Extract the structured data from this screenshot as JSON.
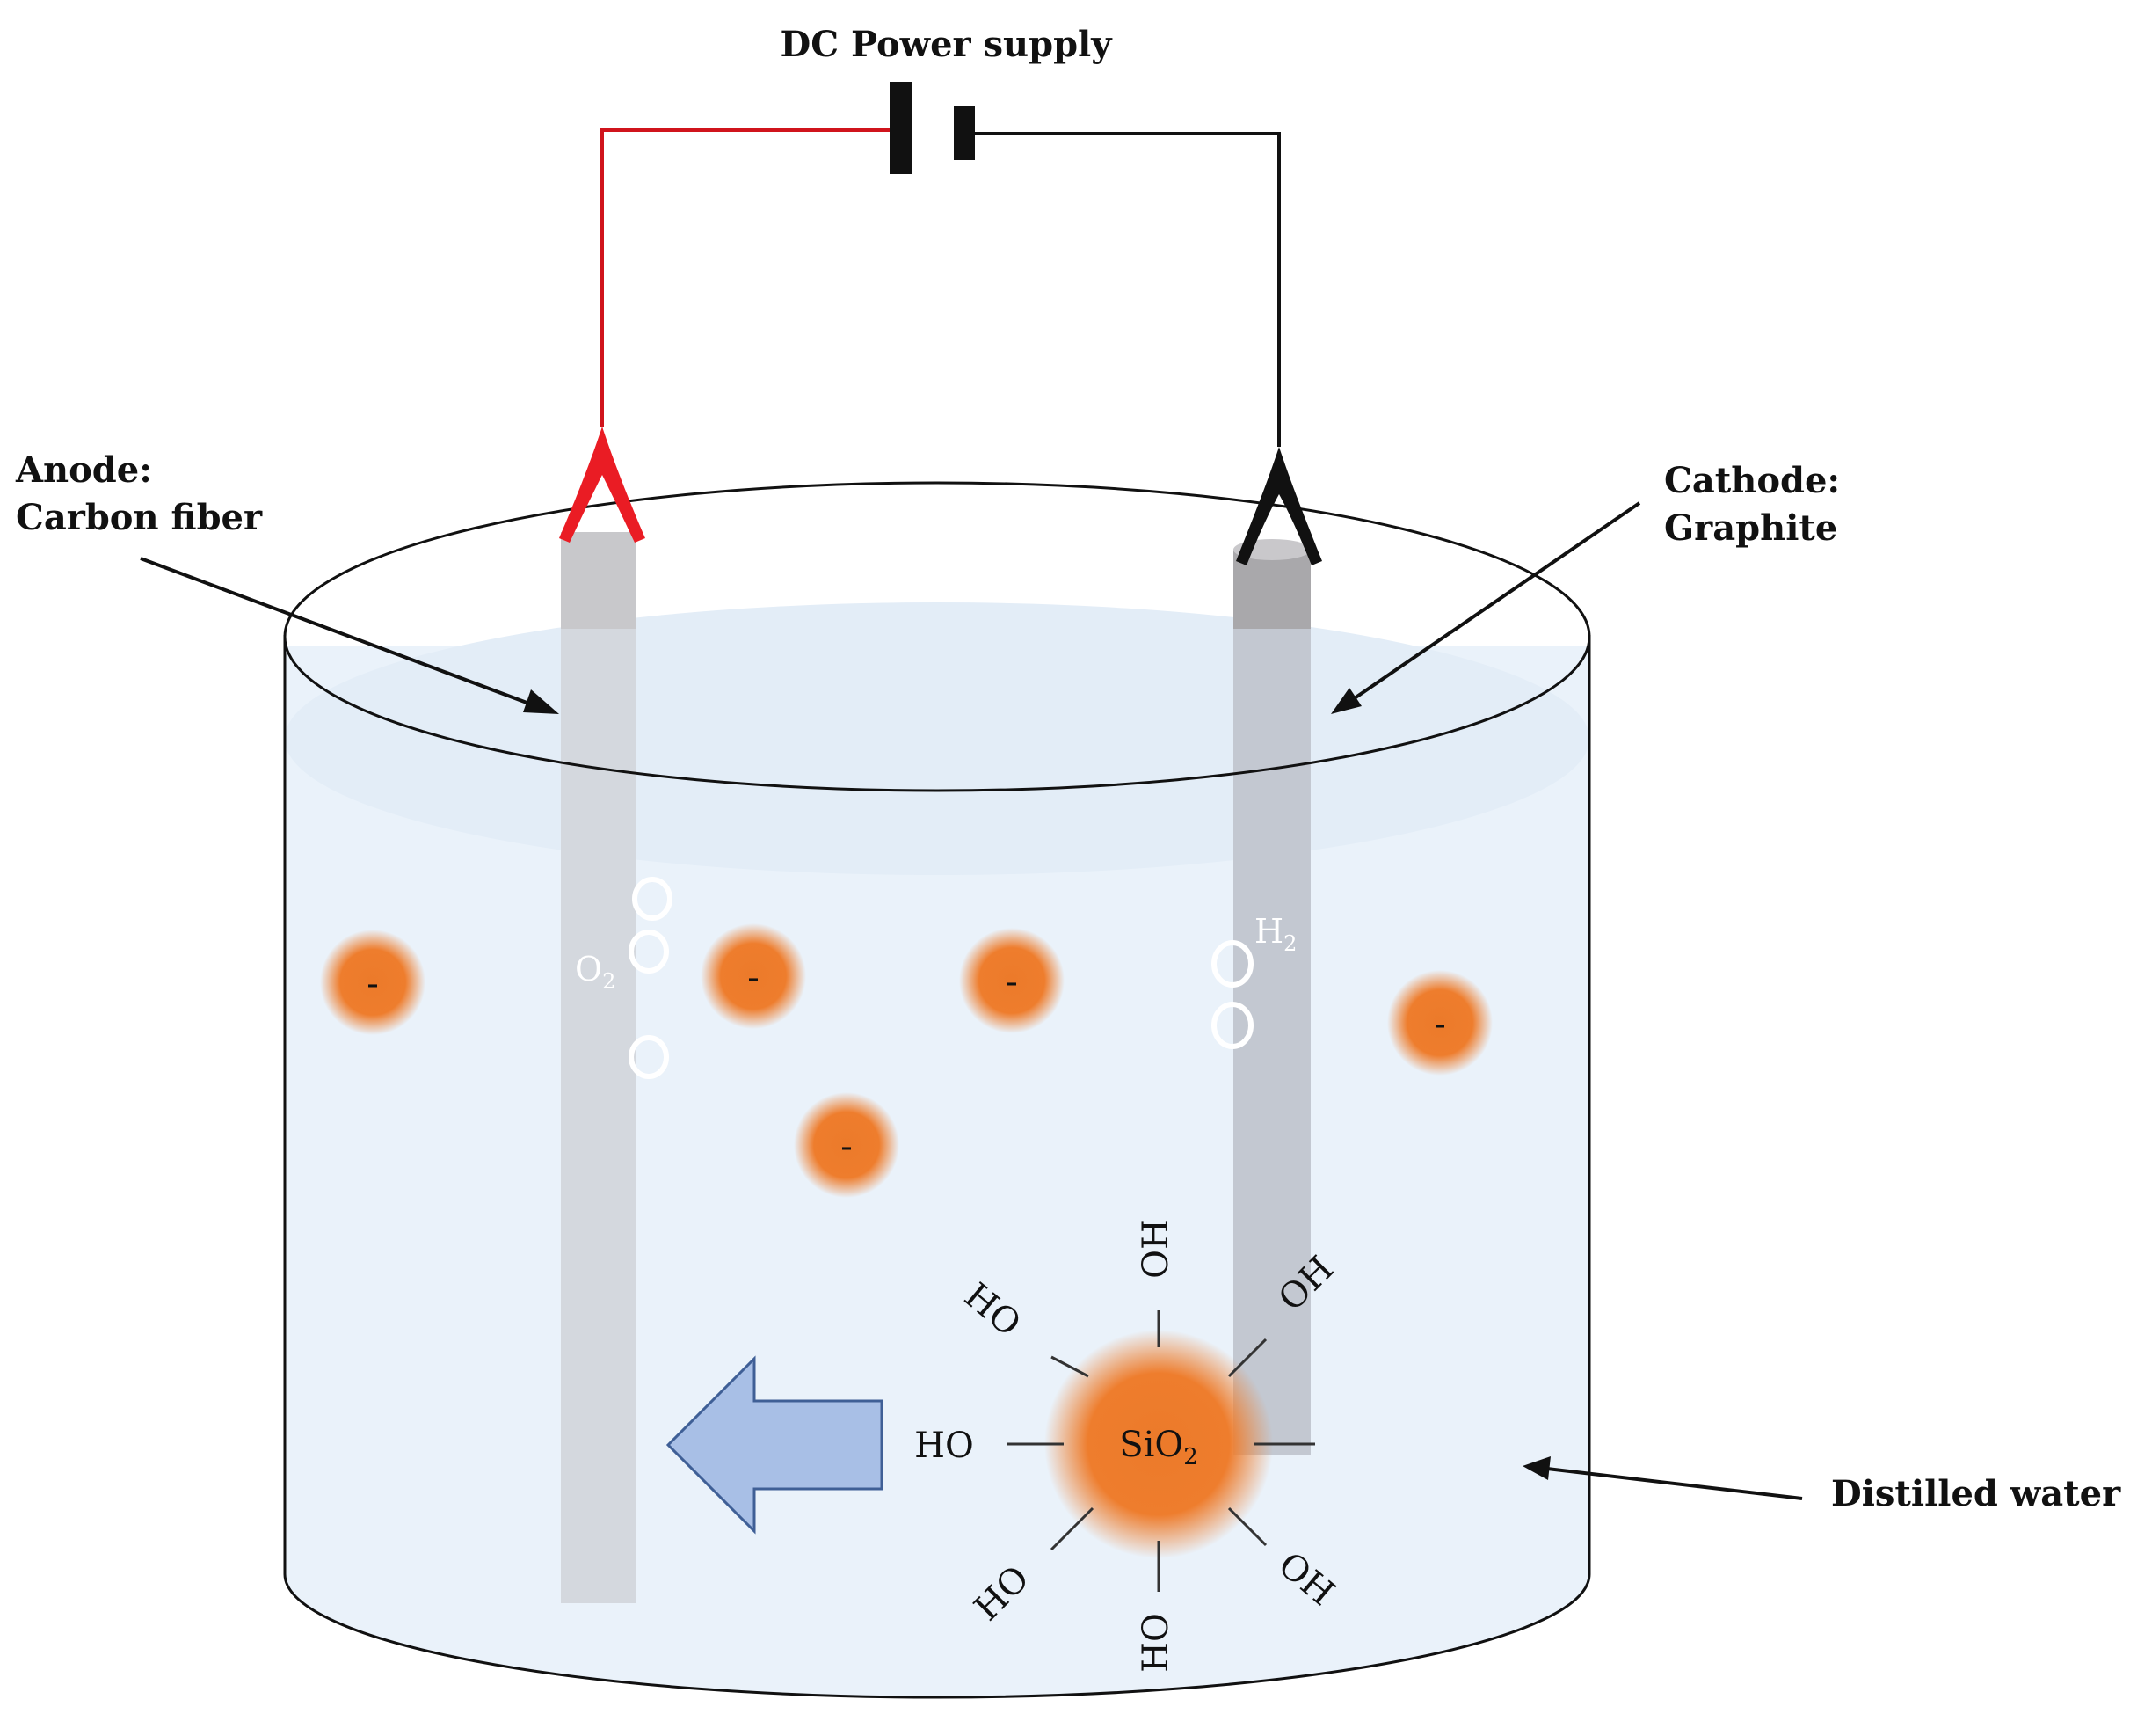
{
  "power_supply": {
    "label": "DC Power supply"
  },
  "anode": {
    "label_line1": "Anode:",
    "label_line2": "Carbon fiber"
  },
  "cathode": {
    "label_line1": "Cathode:",
    "label_line2": "Graphite"
  },
  "water": {
    "label": "Distilled water"
  },
  "gases": {
    "o2": "O",
    "o2_sub": "2",
    "h2": "H",
    "h2_sub": "2"
  },
  "particle": {
    "core": "SiO",
    "core_sub": "2",
    "charge_symbol": "-",
    "groups": [
      "OH",
      "OH",
      "HO",
      "HO",
      "HO",
      "OH",
      "HO"
    ]
  },
  "colors": {
    "positive_wire": "#d0141c",
    "negative_wire": "#111111",
    "particle": "#ee7d2d",
    "water": "#eaf2fa",
    "migration_arrow": "#a8bfe6"
  }
}
